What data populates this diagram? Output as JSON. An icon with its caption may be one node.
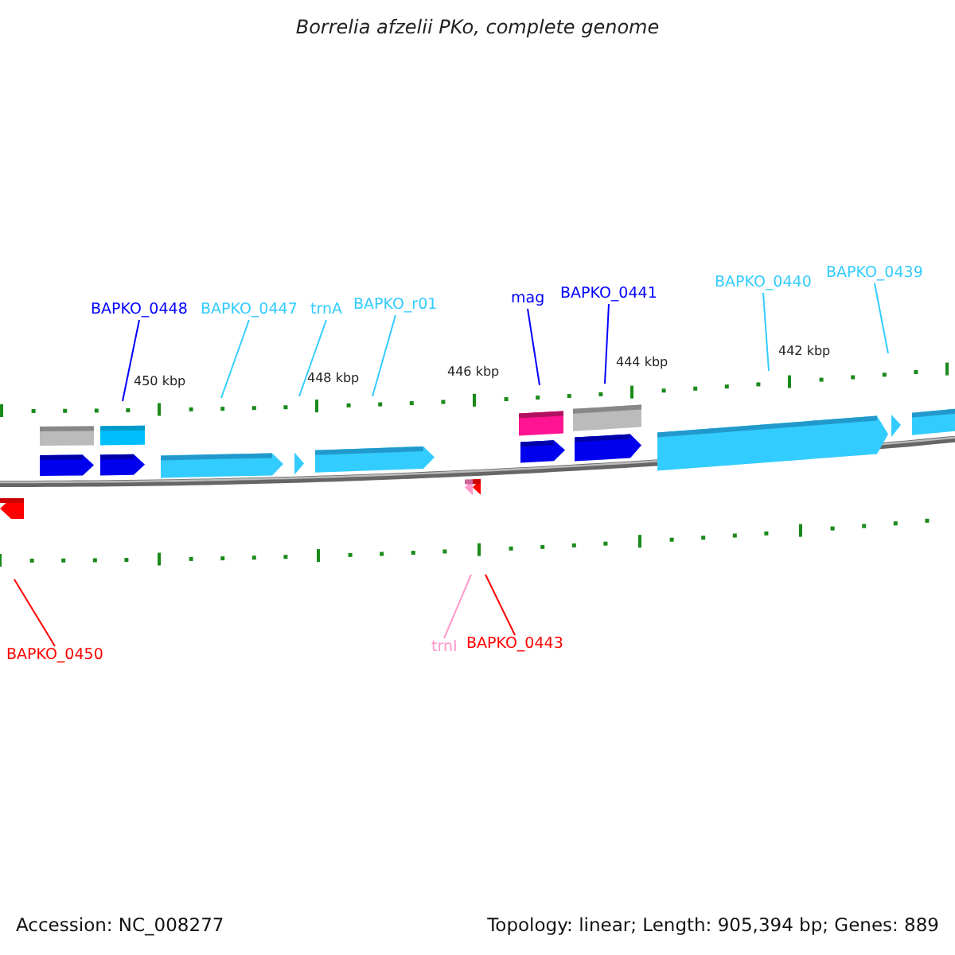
{
  "diagram": {
    "title": "Borrelia afzelii PKo, complete genome",
    "nodes": [
      {
        "text": [
          "BAPKO_0448"
        ]
      },
      {
        "text": [
          "BAPKO_0447"
        ]
      },
      {
        "text": [
          "trnA"
        ]
      },
      {
        "text": [
          "BAPKO_r01"
        ]
      },
      {
        "text": [
          "mag"
        ]
      },
      {
        "text": [
          "BAPKO_0441"
        ]
      },
      {
        "text": [
          "BAPKO_0440"
        ]
      },
      {
        "text": [
          "BAPKO_0439"
        ]
      },
      {
        "text": [
          "BAPKO_0450"
        ]
      },
      {
        "text": [
          "trnI"
        ]
      },
      {
        "text": [
          "BAPKO_0443"
        ]
      }
    ],
    "edges": [
      {
        "from": 0,
        "to": null,
        "arrow": "none",
        "color": "#0000ff"
      },
      {
        "from": 1,
        "to": null,
        "arrow": "none"
      },
      {
        "from": 2,
        "to": null,
        "arrow": "none"
      },
      {
        "from": 3,
        "to": null,
        "arrow": "none"
      },
      {
        "from": 4,
        "to": null,
        "arrow": "none",
        "color": "#0000ff"
      },
      {
        "from": 5,
        "to": null,
        "arrow": "none",
        "color": "#0000ff"
      },
      {
        "from": 6,
        "to": null,
        "arrow": "none"
      },
      {
        "from": 7,
        "to": null,
        "arrow": "none"
      },
      {
        "from": 8,
        "to": null,
        "arrow": "none",
        "color": "#ff0000"
      },
      {
        "from": 9,
        "to": null,
        "arrow": "none",
        "color": "#ff99cc"
      },
      {
        "from": 10,
        "to": null,
        "arrow": "none",
        "color": "#ff0000"
      }
    ],
    "labels": [
      "450 kbp",
      "448 kbp",
      "446 kbp",
      "444 kbp",
      "442 kbp",
      "Accession: NC_008277",
      "Topology: linear; Length: 905,394 bp; Genes: 889"
    ]
  }
}
